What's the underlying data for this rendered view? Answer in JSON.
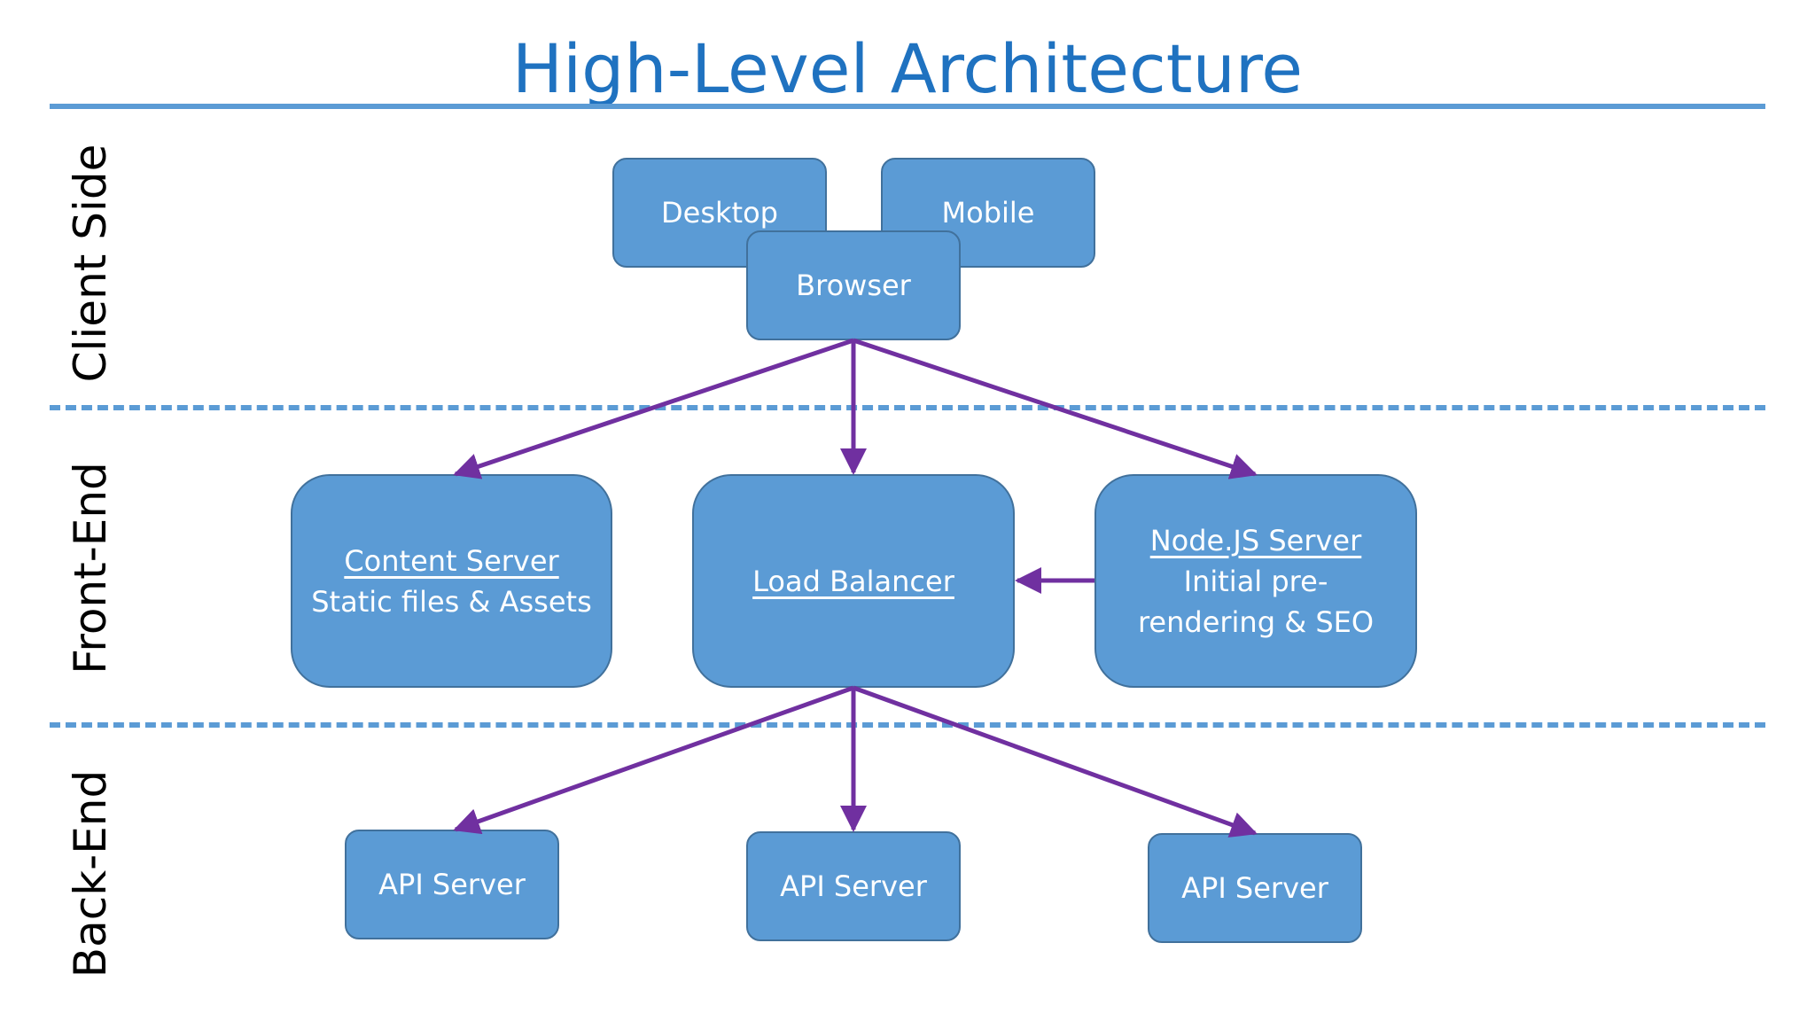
{
  "title": "High-Level Architecture",
  "sections": {
    "client": "Client Side",
    "frontend": "Front-End",
    "backend": "Back-End"
  },
  "nodes": {
    "desktop": "Desktop",
    "mobile": "Mobile",
    "browser": "Browser",
    "content_server": {
      "name": "Content Server",
      "desc": "Static files & Assets"
    },
    "load_balancer": {
      "name": "Load Balancer"
    },
    "nodejs_server": {
      "name": "Node.JS Server",
      "desc_line1": "Initial pre-",
      "desc_line2": "rendering & SEO"
    },
    "api_servers": [
      "API Server",
      "API Server",
      "API Server"
    ]
  },
  "colors": {
    "title": "#1f72c0",
    "rule": "#5b9bd5",
    "node_fill": "#5b9bd5",
    "node_border": "#41719c",
    "arrow": "#7030a0"
  }
}
